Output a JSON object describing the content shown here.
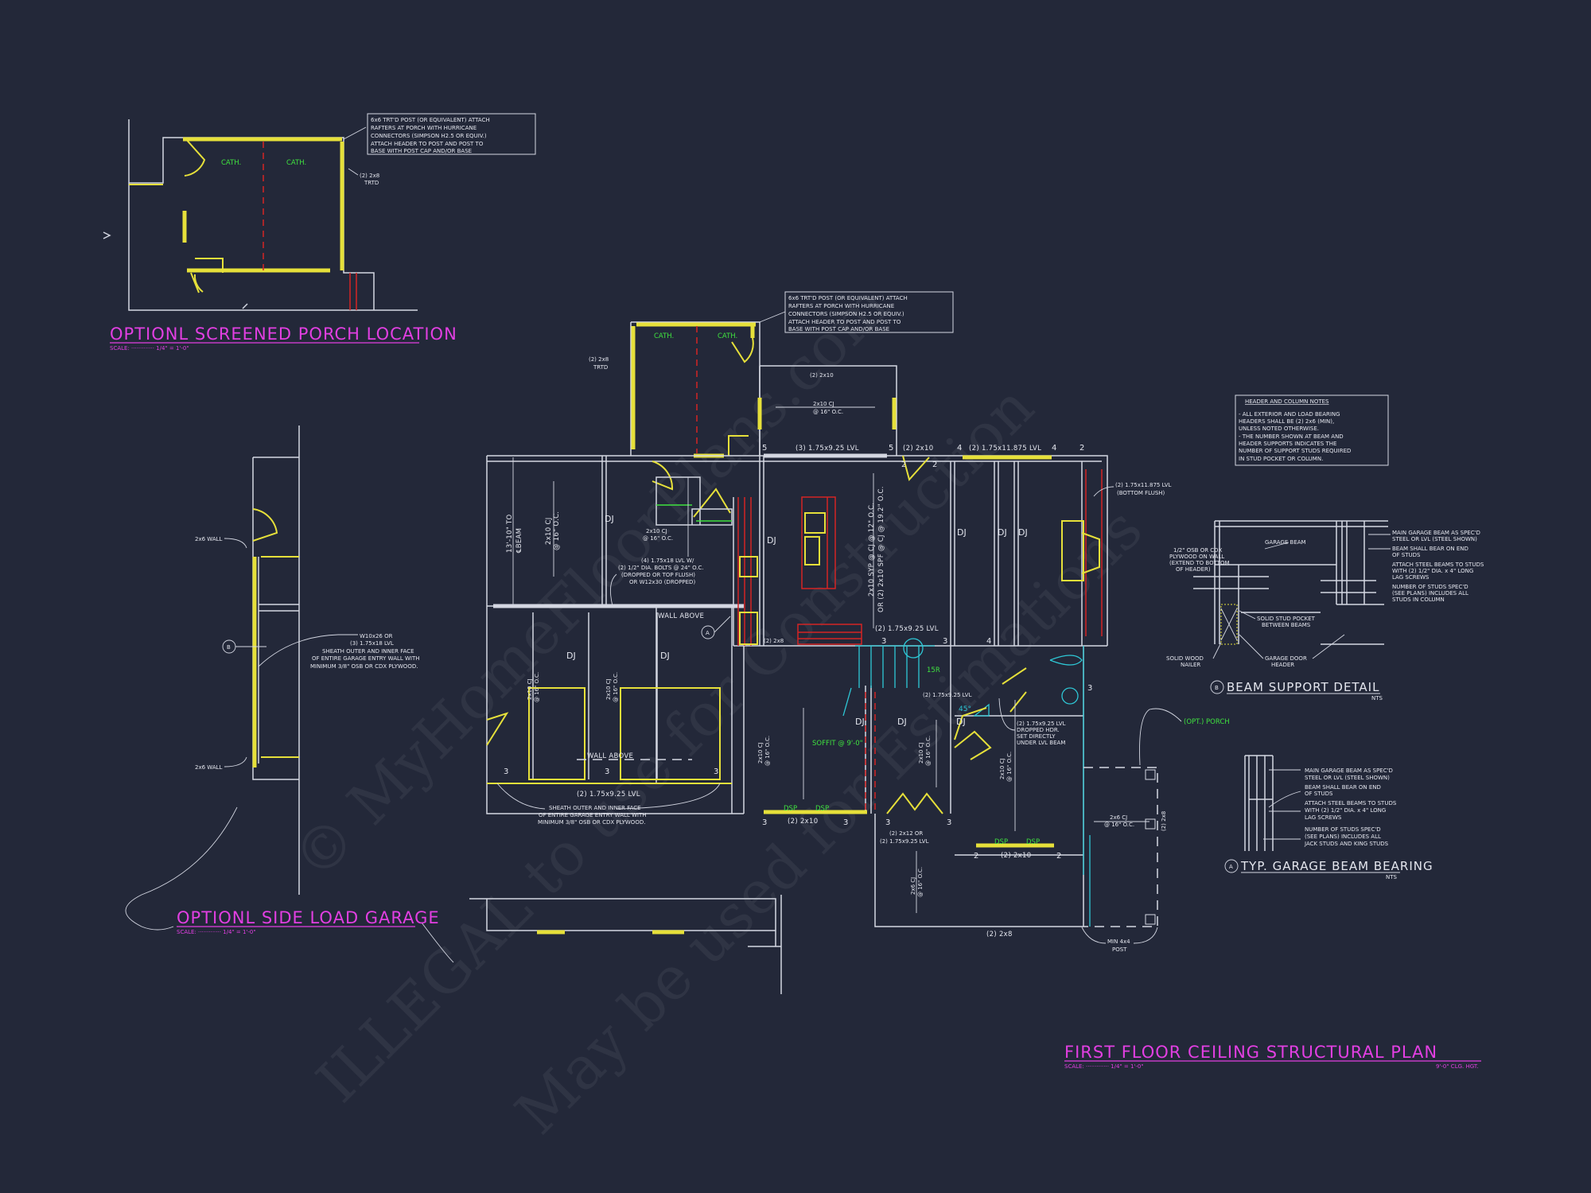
{
  "colors": {
    "background": "#232839",
    "walls": "#d4d7e2",
    "headers": "#e6e03a",
    "titles": "#e23fe2",
    "labels_green": "#3fe23f",
    "cabinets_red": "#d42424",
    "stairs_cyan": "#2ec8d6"
  },
  "watermark": [
    "© MyHomeFloorPlans.com",
    "ILLEGAL to use for Construction",
    "May be used for Estimations"
  ],
  "titles": {
    "main": "FIRST FLOOR CEILING STRUCTURAL PLAN",
    "main_scale": "SCALE: ············· 1/4\" = 1'-0\"",
    "main_height": "9'-0\" CLG. HGT.",
    "porch": "OPTIONL SCREENED PORCH LOCATION",
    "porch_scale": "SCALE: ············· 1/4\" = 1'-0\"",
    "garage": "OPTIONL SIDE LOAD GARAGE",
    "garage_scale": "SCALE: ············· 1/4\" = 1'-0\"",
    "beam_support_tag": "B",
    "beam_support": "BEAM SUPPORT DETAIL",
    "garage_bearing_tag": "A",
    "garage_bearing": "TYP. GARAGE BEAM BEARING",
    "nts": "NTS"
  },
  "post_note": [
    "6x6 TRT'D POST (OR EQUIVALENT) ATTACH",
    "RAFTERS AT PORCH WITH HURRICANE",
    "CONNECTORS (SIMPSON H2.5 OR EQUIV.)",
    "ATTACH HEADER TO POST AND POST TO",
    "BASE WITH POST CAP AND/OR BASE"
  ],
  "header_notes": {
    "title": "HEADER AND COLUMN NOTES",
    "lines": [
      "- ALL EXTERIOR AND LOAD BEARING",
      "HEADERS SHALL BE (2) 2x6 (MIN),",
      "UNLESS NOTED OTHERWISE.",
      "- THE NUMBER SHOWN AT BEAM AND",
      "HEADER SUPPORTS INDICATES THE",
      "NUMBER OF SUPPORT STUDS REQUIRED",
      "IN STUD POCKET OR COLUMN."
    ]
  },
  "beam_support_labels": {
    "garage_beam": "GARAGE BEAM",
    "osb": [
      "1/2\" OSB OR CDX",
      "PLYWOOD ON WALL",
      "(EXTEND TO BOTTOM",
      "OF HEADER)"
    ],
    "stud_pocket": [
      "SOLID STUD POCKET",
      "BETWEEN BEAMS"
    ],
    "nailer": [
      "SOLID WOOD",
      "NAILER"
    ],
    "door_header": [
      "GARAGE DOOR",
      "HEADER"
    ],
    "right": [
      "MAIN GARAGE BEAM AS SPEC'D",
      "STEEL OR LVL (STEEL SHOWN)",
      "BEAM SHALL BEAR ON END",
      "OF STUDS",
      "ATTACH STEEL BEAMS TO STUDS",
      "WITH (2) 1/2\" DIA. x 4\" LONG",
      "LAG SCREWS",
      "NUMBER OF STUDS SPEC'D",
      "(SEE PLANS) INCLUDES ALL",
      "STUDS IN COLUMN"
    ]
  },
  "garage_bearing_labels": [
    "MAIN GARAGE BEAM AS SPEC'D",
    "STEEL OR LVL (STEEL SHOWN)",
    "BEAM SHALL BEAR ON END",
    "OF STUDS",
    "ATTACH STEEL BEAMS TO STUDS",
    "WITH (2) 1/2\" DIA. x 4\" LONG",
    "LAG SCREWS",
    "NUMBER OF STUDS SPEC'D",
    "(SEE PLANS) INCLUDES ALL",
    "JACK STUDS AND KING STUDS"
  ],
  "porch_plan": {
    "cath": "CATH.",
    "trtd": [
      "(2) 2x8",
      "TRTD"
    ]
  },
  "side_garage": {
    "wall_2x6": "2x6 WALL",
    "tag": "B",
    "beam_note": [
      "W10x26 OR",
      "(3) 1.75x18 LVL",
      "SHEATH OUTER AND INNER FACE",
      "OF ENTIRE GARAGE ENTRY WALL WITH",
      "MINIMUM 3/8\" OSB OR CDX PLYWOOD."
    ]
  },
  "plan": {
    "cath": "CATH.",
    "trtd": [
      "(2) 2x8",
      "TRTD"
    ],
    "top_2x10": "(2) 2x10",
    "cj_2x10": [
      "2x10 CJ",
      "@ 16\" O.C."
    ],
    "lvl_3_925": "(3) 1.75x9.25 LVL",
    "hdr_2x10": "(2) 2x10",
    "lvl_2_11875": "(2) 1.75x11.875 LVL",
    "bottom_flush": [
      "(2) 1.75x11.875 LVL",
      "(BOTTOM FLUSH)"
    ],
    "to_beam": [
      "13'-10\" TO",
      "℄BEAM"
    ],
    "dj": "DJ",
    "lvl18": [
      "(4) 1.75x18 LVL W/",
      "(2) 1/2\" DIA. BOLTS @ 24\" O.C.",
      "(DROPPED OR TOP FLUSH)",
      "OR W12x30 (DROPPED)"
    ],
    "wall_above": "WALL ABOVE",
    "tag_a": "A",
    "syp": [
      "2x10 SYP @ CJ @ 12\" O.C.",
      "OR (2) 2x10 SPF @ CJ @ 19.2\" O.C."
    ],
    "lvl_2_925": "(2) 1.75x9.25 LVL",
    "hdr_2x8": "(2) 2x8",
    "sheath": [
      "SHEATH OUTER AND INNER FACE",
      "OF ENTIRE GARAGE ENTRY WALL WITH",
      "MINIMUM 3/8\" OSB OR CDX PLYWOOD."
    ],
    "soffit": "SOFFIT @ 9'-0\"",
    "dsp": "DSP",
    "hdr_2x12": [
      "(2) 2x12 OR",
      "(2) 1.75x9.25 LVL"
    ],
    "dropped_hdr": [
      "(2) 1.75x9.25 LVL",
      "DROPPED HDR.",
      "SET DIRECTLY",
      "UNDER LVL BEAM"
    ],
    "cj_2x6": [
      "2x6 CJ",
      "@ 16\" O.C."
    ],
    "porch_2x8": "(2) 2x8",
    "post": [
      "MIN 4x4",
      "POST"
    ],
    "opt_porch": "(OPT.) PORCH",
    "angle": "45°",
    "risers": "15R",
    "studs": [
      "5",
      "5",
      "4",
      "4",
      "2",
      "2",
      "2",
      "3",
      "3",
      "4",
      "3",
      "3",
      "3",
      "3",
      "3",
      "3",
      "3",
      "3",
      "2",
      "2"
    ]
  }
}
